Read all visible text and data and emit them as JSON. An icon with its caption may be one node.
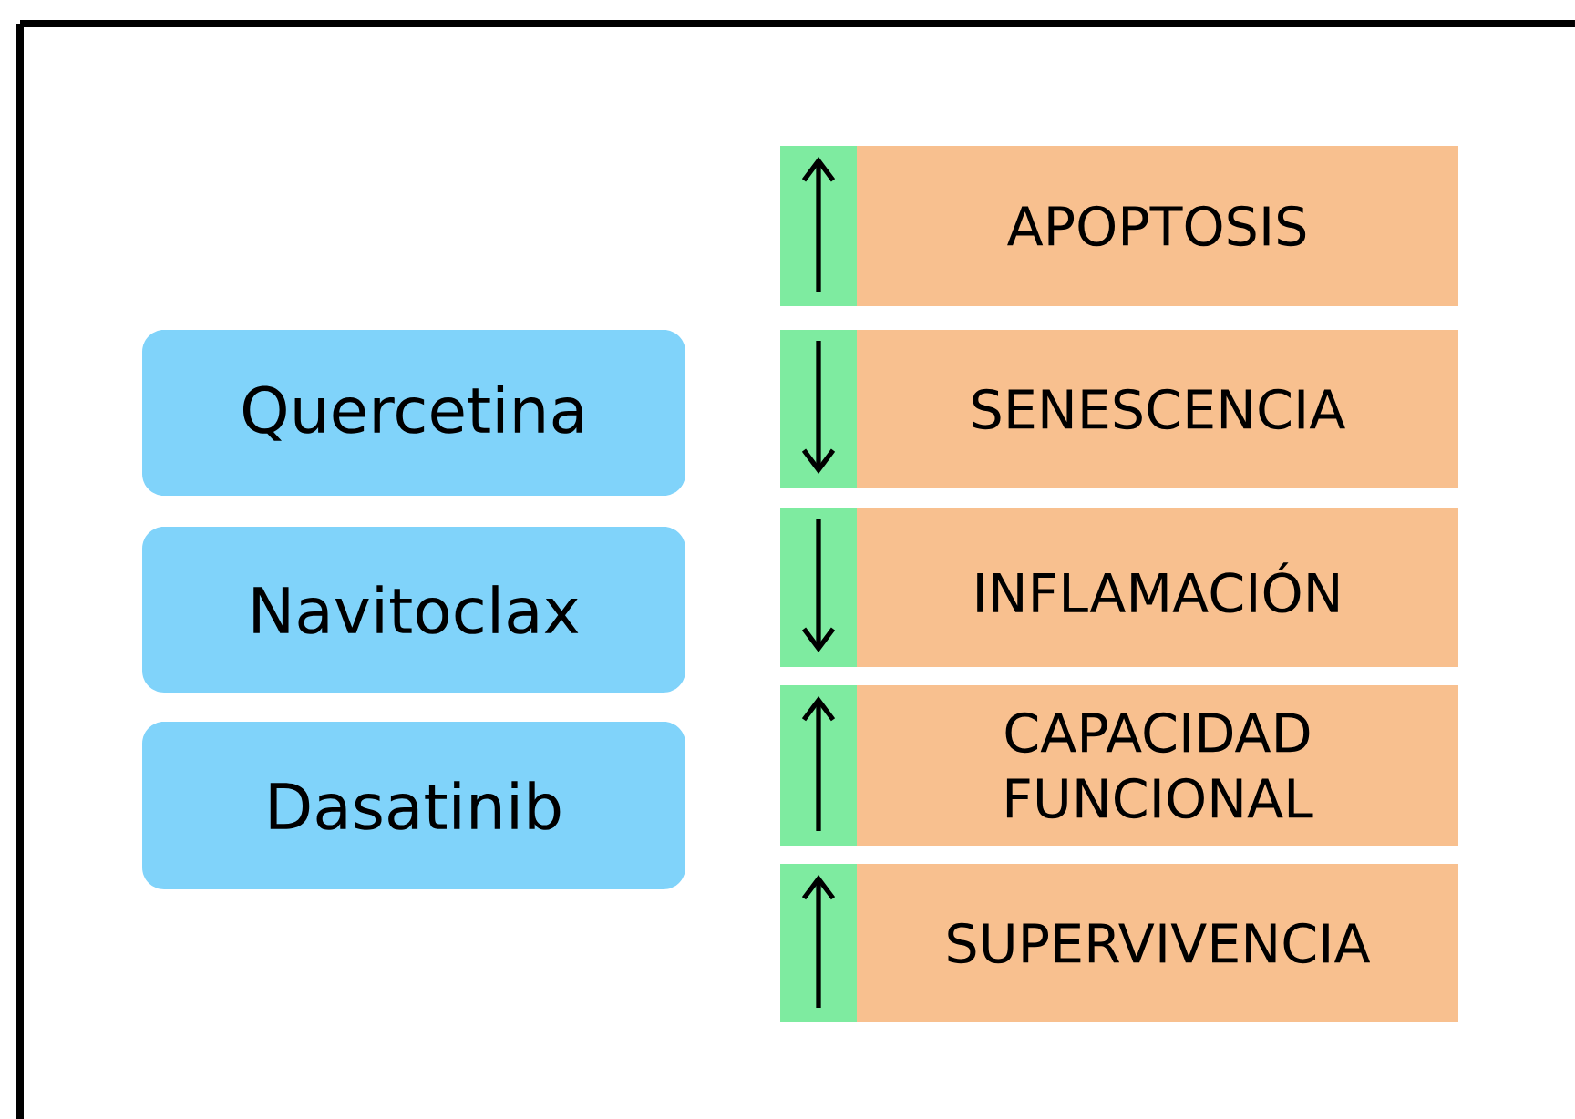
{
  "diagram": {
    "nodes": [
      {
        "text": [
          "Quercetina"
        ]
      },
      {
        "text": [
          "Navitoclax"
        ]
      },
      {
        "text": [
          "Dasatinib"
        ]
      },
      {
        "text": [
          "APOPTOSIS"
        ]
      },
      {
        "text": [
          "SENESCENCIA"
        ]
      },
      {
        "text": [
          "INFLAMACIÓN"
        ]
      },
      {
        "text": [
          "CAPACIDAD FUNCIONAL"
        ]
      },
      {
        "text": [
          "SUPERVIVENCIA"
        ]
      }
    ]
  }
}
